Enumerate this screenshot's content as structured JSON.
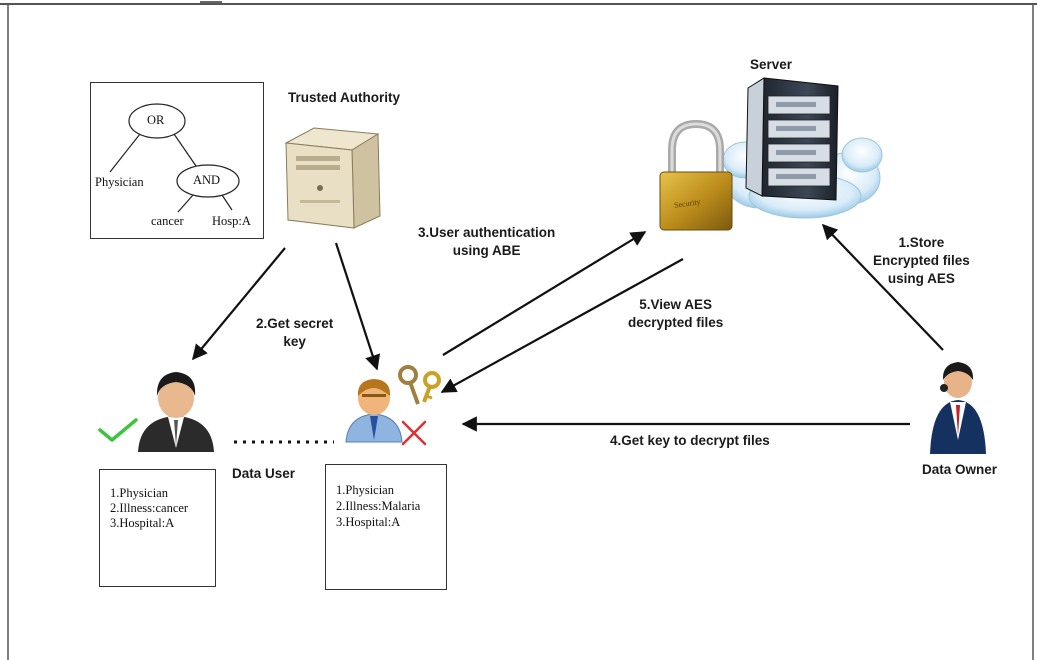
{
  "labels": {
    "trusted_authority": "Trusted Authority",
    "server": "Server",
    "data_user": "Data User",
    "data_owner": "Data Owner",
    "step1_line1": "1.Store",
    "step1_line2": "Encrypted files",
    "step1_line3": "using AES",
    "step2_line1": "2.Get secret",
    "step2_line2": "key",
    "step3_line1": "3.User authentication",
    "step3_line2": "using ABE",
    "step4": "4.Get key to decrypt files",
    "step5_line1": "5.View AES",
    "step5_line2": "decrypted files"
  },
  "policy_tree": {
    "root": "OR",
    "left_leaf": "Physician",
    "and_node": "AND",
    "and_left": "cancer",
    "and_right": "Hosp:A"
  },
  "user1_attributes": [
    "1.Physician",
    "2.Illness:cancer",
    "3.Hospital:A"
  ],
  "user2_attributes": [
    "1.Physician",
    "2.Illness:Malaria",
    "3.Hospital:A"
  ],
  "padlock_text": "Security",
  "status": {
    "user1": "check-icon",
    "user2": "cross-icon"
  },
  "colors": {
    "check": "#3cc43c",
    "cross": "#e03030",
    "arrow": "#111111"
  }
}
